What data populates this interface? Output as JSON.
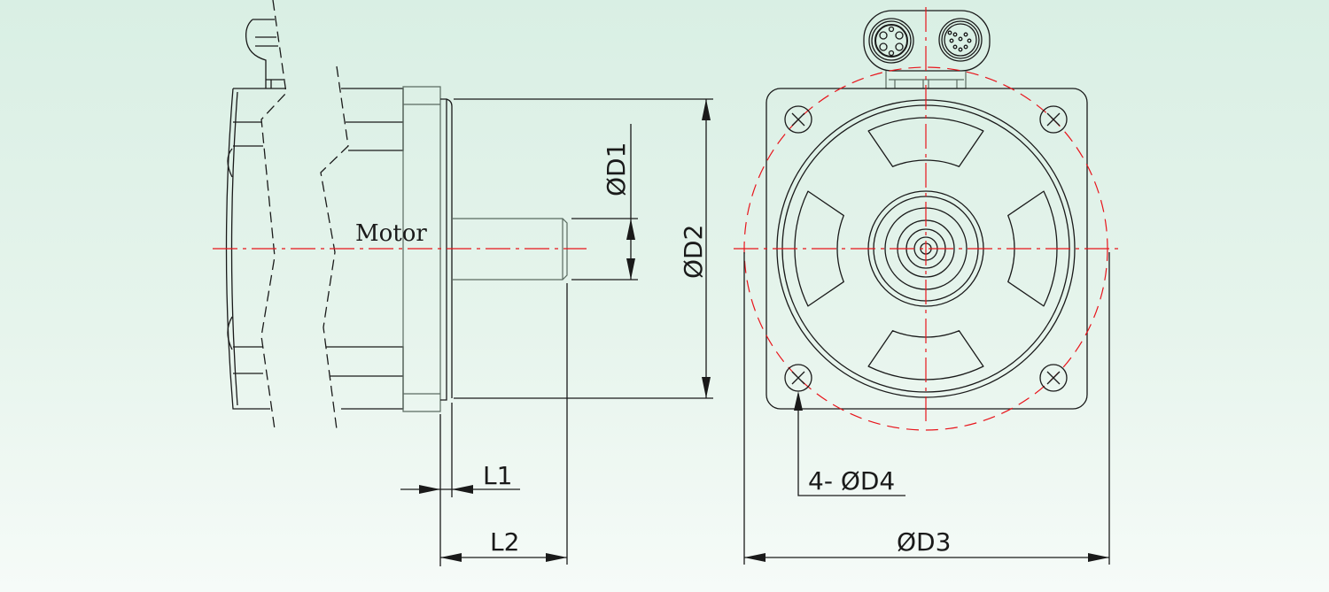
{
  "labels": {
    "motor": "Motor",
    "d1": "ØD1",
    "d2": "ØD2",
    "d3": "ØD3",
    "d4": "4- ØD4",
    "l1": "L1",
    "l2": "L2"
  },
  "colors": {
    "centerline": "#e8141b",
    "outline": "#1a1a1a"
  }
}
